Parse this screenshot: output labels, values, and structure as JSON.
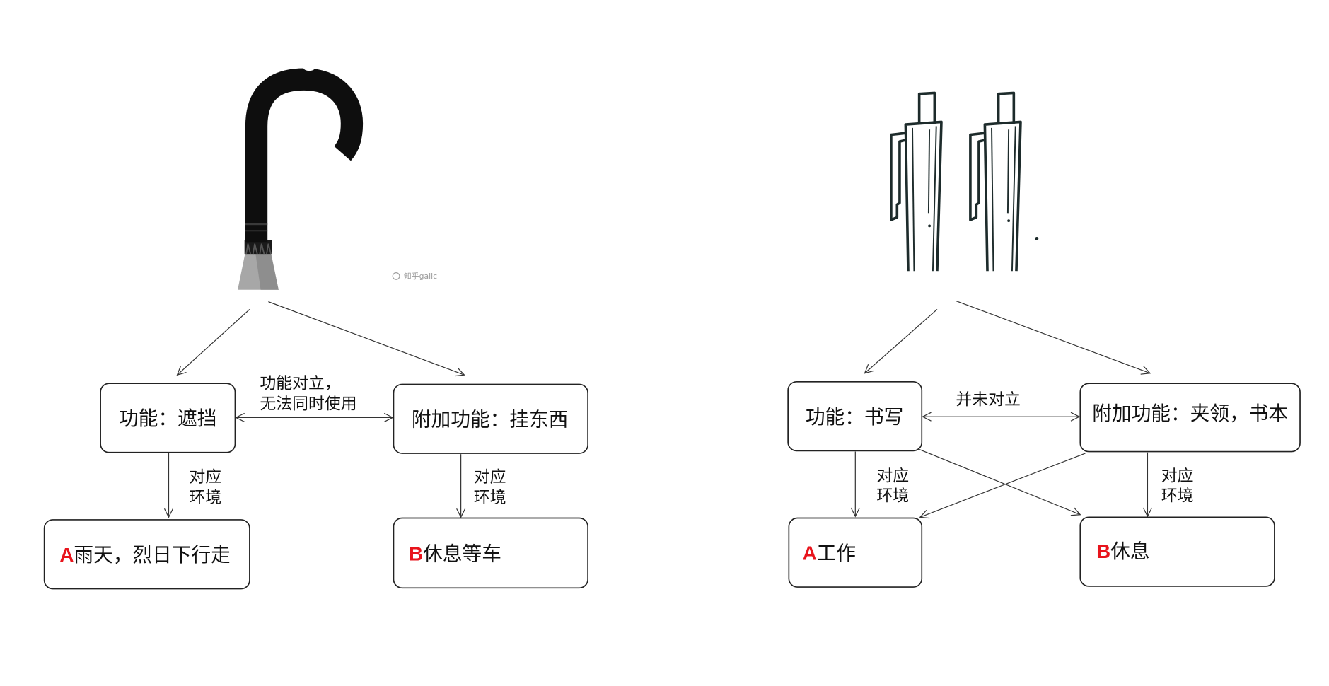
{
  "colors": {
    "letter_accent": "#e8141c",
    "line": "#333333",
    "ink": "#111111"
  },
  "left_diagram": {
    "function_box": "功能：遮挡",
    "extra_function_box": "附加功能：挂东西",
    "relation_label": [
      "功能对立，",
      "无法同时使用"
    ],
    "env_label": [
      "对应",
      "环境"
    ],
    "env_a": {
      "letter": "A",
      "text": "雨天，烈日下行走"
    },
    "env_b": {
      "letter": "B",
      "text": "休息等车"
    },
    "watermark": "知乎galic",
    "illustration_icon": "umbrella-handle-icon"
  },
  "right_diagram": {
    "function_box": "功能：书写",
    "extra_function_box": "附加功能：夹领，书本",
    "relation_label": "并未对立",
    "env_label": [
      "对应",
      "环境"
    ],
    "env_a": {
      "letter": "A",
      "text": "工作"
    },
    "env_b": {
      "letter": "B",
      "text": "休息"
    },
    "illustration_icon": "pen-pair-icon"
  }
}
